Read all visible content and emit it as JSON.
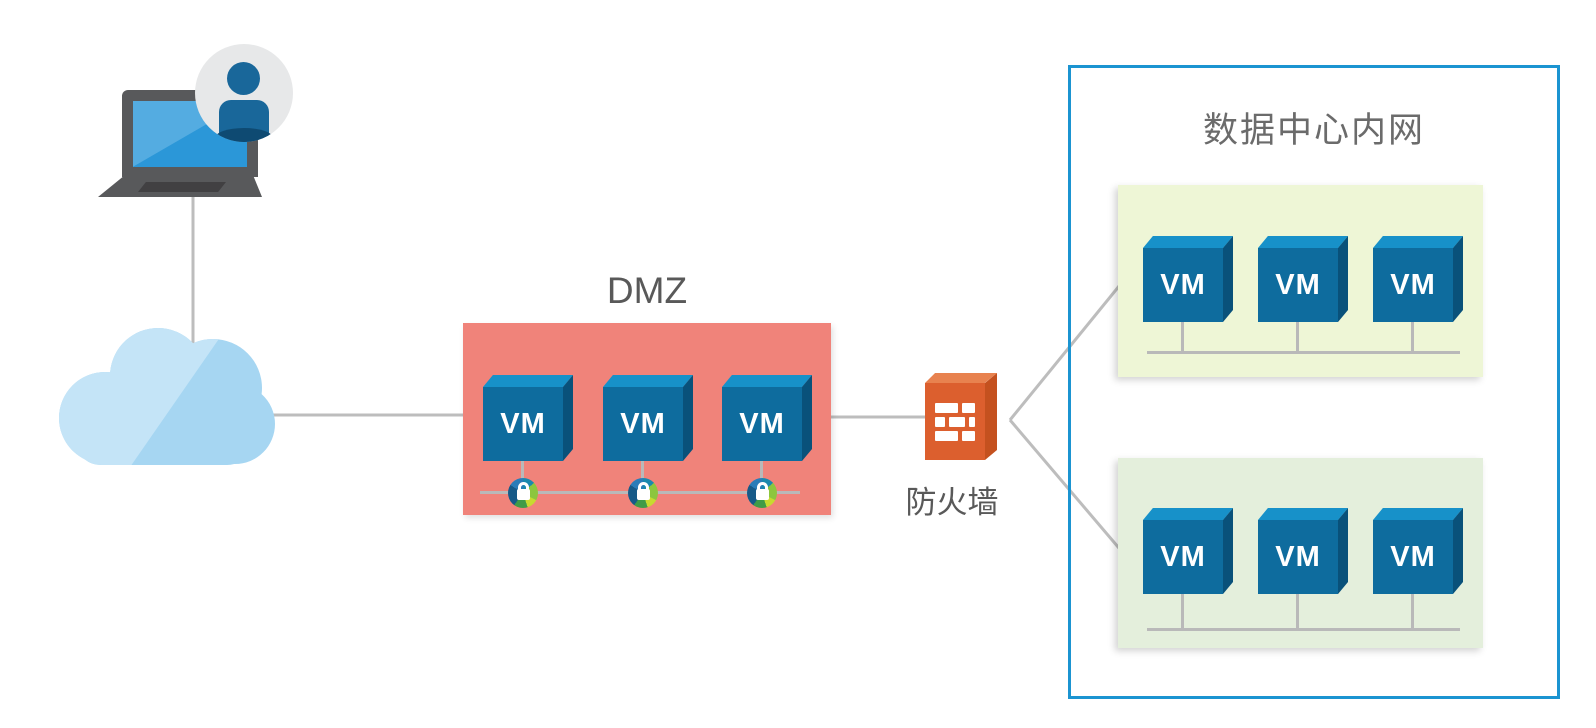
{
  "zones": {
    "dmz": {
      "label": "DMZ",
      "fill": "#F0837A",
      "vms": [
        "VM",
        "VM",
        "VM"
      ]
    },
    "firewall": {
      "label": "防火墙",
      "fill": "#DC5F2E"
    },
    "datacenter": {
      "label": "数据中心内网",
      "border": "#1B94D1",
      "subnets": [
        {
          "fill": "#EEF6D6",
          "vms": [
            "VM",
            "VM",
            "VM"
          ]
        },
        {
          "fill": "#E4EFDC",
          "vms": [
            "VM",
            "VM",
            "VM"
          ]
        }
      ]
    }
  },
  "colors": {
    "vm_front": "#0E6C9E",
    "vm_top": "#1791C9",
    "vm_side": "#09517A",
    "connector_gray": "#BDBDBD",
    "label_gray": "#595959",
    "cloud_blue": "#A6D6F2",
    "cloud_highlight": "#C4E4F7",
    "avatar_person_blue": "#19679A"
  },
  "icons": [
    "laptop-icon",
    "user-avatar-icon",
    "cloud-icon",
    "vm-box",
    "security-lock-icon",
    "firewall-icon"
  ]
}
